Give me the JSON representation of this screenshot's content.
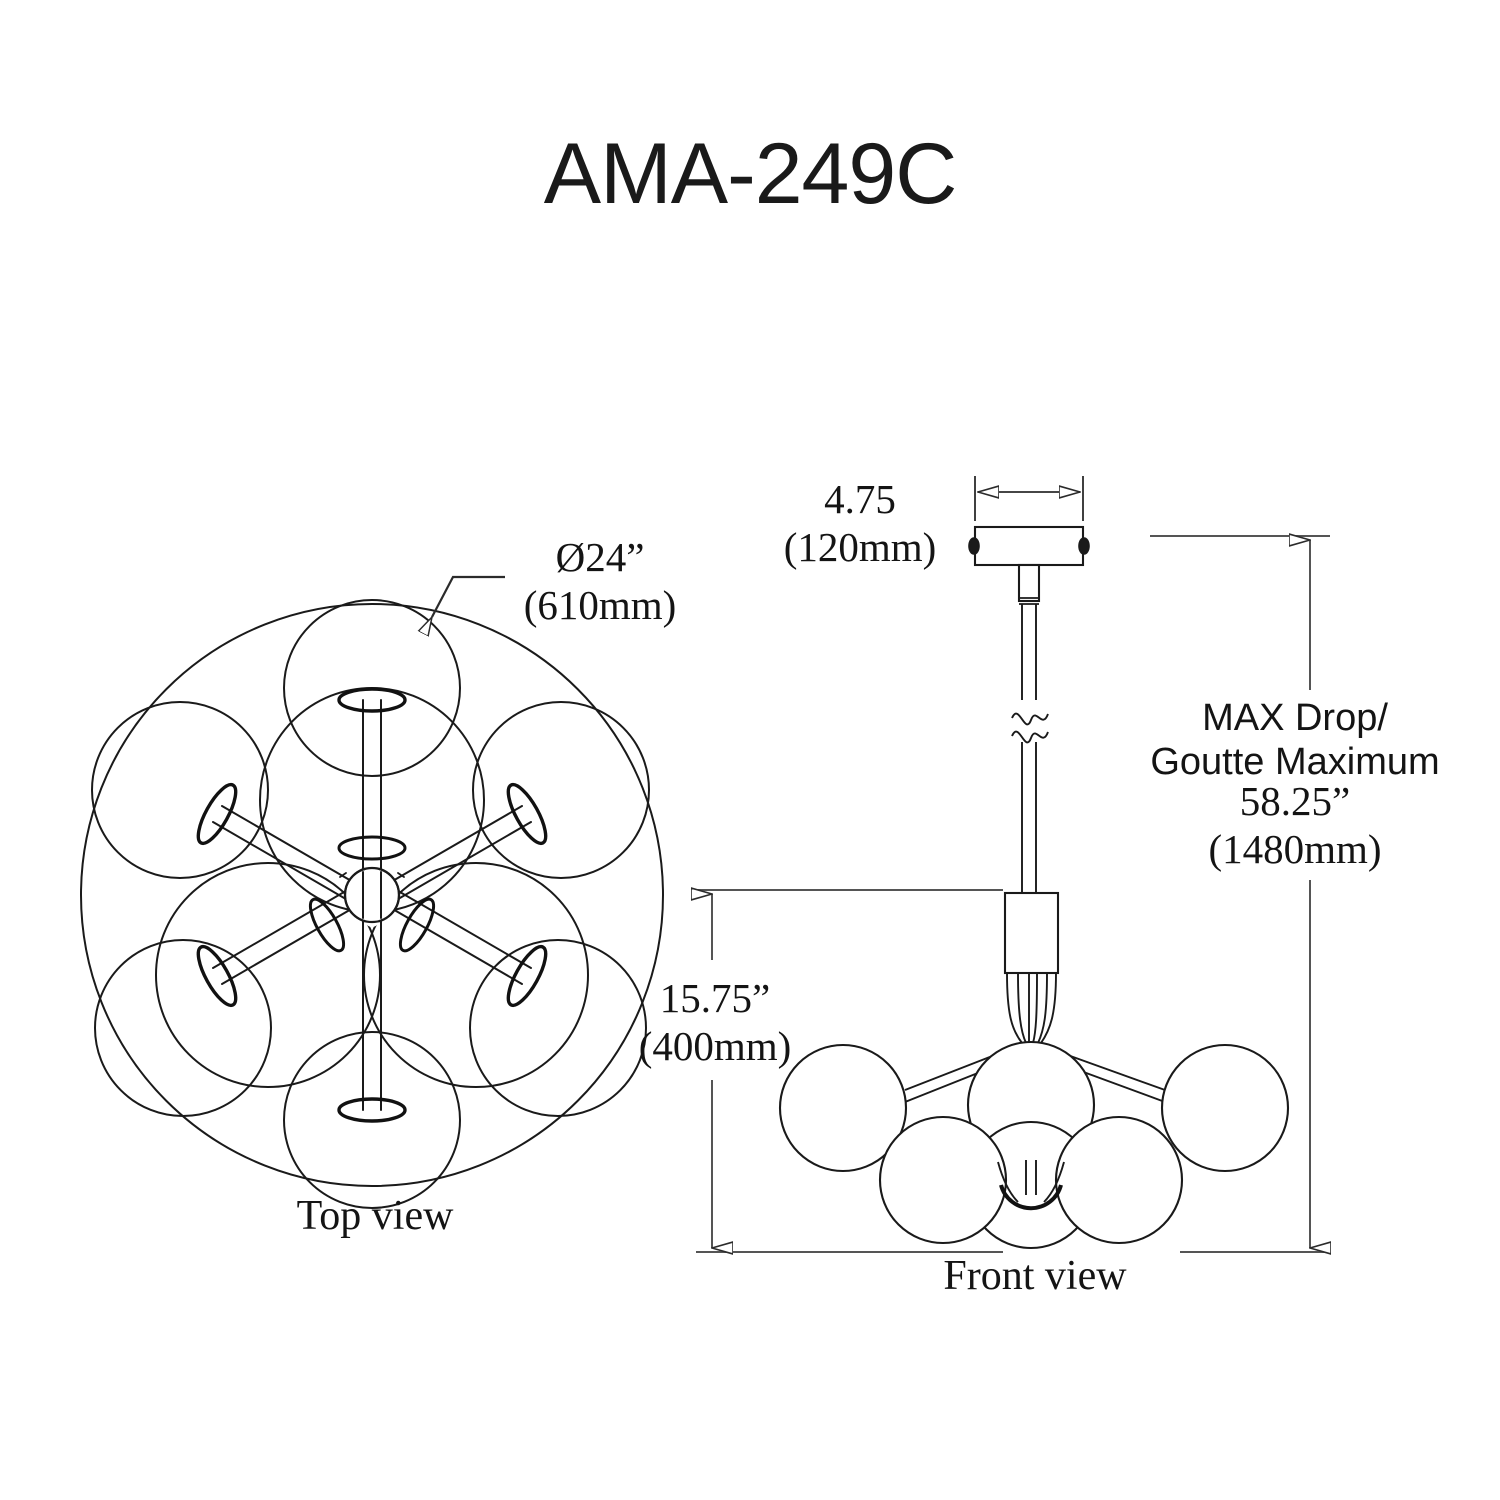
{
  "title": "AMA-249C",
  "views": {
    "top_label": "Top view",
    "front_label": "Front view"
  },
  "dimensions": {
    "diameter_in": "Ø24”",
    "diameter_mm": "(610mm)",
    "canopy_width_in": "4.75",
    "canopy_width_mm": "(120mm)",
    "max_drop_caption": "MAX Drop/\nGoutte Maximum",
    "max_drop_in": "58.25”",
    "max_drop_mm": "(1480mm)",
    "fixture_height_in": "15.75”",
    "fixture_height_mm": "(400mm)"
  },
  "colors": {
    "line": "#1a1a1a",
    "thin_line": "#2b2b2b",
    "dim_line": "#555555",
    "background": "#ffffff"
  }
}
